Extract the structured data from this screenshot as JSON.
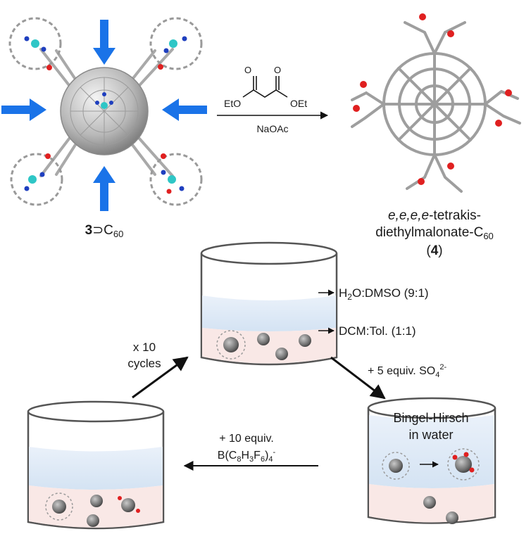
{
  "colors": {
    "blue_arrow": "#1a73e8",
    "aqueous_phase": "#dde9f6",
    "organic_phase": "#f9e8e6",
    "oxygen": "#e02020",
    "nitrogen": "#1f3fbf",
    "metal": "#2ec6c6",
    "carbon": "#b8b8b8"
  },
  "cage": {
    "label_number": "3",
    "label_symbol": "⊃C",
    "label_sub": "60"
  },
  "reaction": {
    "reagent_left": "EtO",
    "reagent_right": "OEt",
    "base": "NaOAc"
  },
  "product": {
    "italic_prefix": "e,e,e,e",
    "line1_rest": "-tetrakis-",
    "line2": "diethylmalonate-C",
    "line2_sub": "60",
    "number": "4"
  },
  "phases": {
    "aqueous_main": "H",
    "aqueous_sub": "2",
    "aqueous_rest": "O:DMSO (9:1)",
    "organic": "DCM:Tol. (1:1)"
  },
  "cycle": {
    "repeat_line1": "x 10",
    "repeat_line2": "cycles",
    "sulfate_main": "+ 5 equiv. SO",
    "sulfate_sub": "4",
    "sulfate_sup": "2-",
    "reaction_line1": "Bingel-Hirsch",
    "reaction_line2": "in water",
    "release_line1": "+ 10 equiv.",
    "release_b": "B(C",
    "release_s8": "8",
    "release_h": "H",
    "release_s3": "3",
    "release_f": "F",
    "release_s6": "6",
    "release_close": ")",
    "release_s4": "4",
    "release_sup": "-"
  }
}
